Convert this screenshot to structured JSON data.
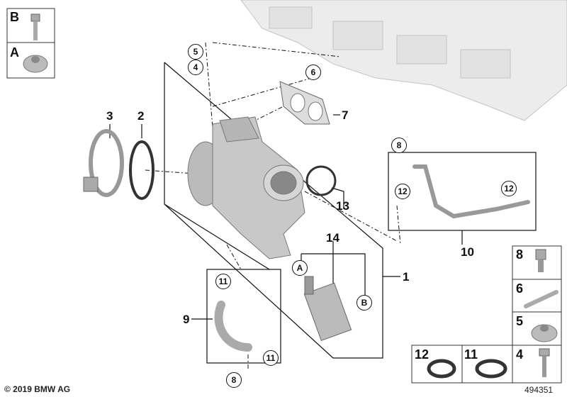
{
  "diagram": {
    "callouts": {
      "p3": "3",
      "p2": "2",
      "p7": "7",
      "p13": "13",
      "p14": "14",
      "p10": "10",
      "p1": "1",
      "p9": "9"
    },
    "circled": {
      "c5": "5",
      "c4": "4",
      "c6": "6",
      "c8a": "8",
      "c12a": "12",
      "c12b": "12",
      "cA": "A",
      "cB": "B",
      "c11a": "11",
      "c11b": "11",
      "c8b": "8"
    },
    "legend_left": [
      {
        "label": "B",
        "part": "bolt"
      },
      {
        "label": "A",
        "part": "flange-nut"
      }
    ],
    "legend_right": [
      {
        "label": "8",
        "part": "screw"
      },
      {
        "label": "6",
        "part": "dowel-pin"
      },
      {
        "label": "5",
        "part": "flange-nut"
      },
      {
        "label": "4",
        "part": "bolt"
      }
    ],
    "legend_bottom": [
      {
        "label": "12",
        "part": "o-ring"
      },
      {
        "label": "11",
        "part": "o-ring"
      }
    ]
  },
  "footer": {
    "copyright": "© 2019 BMW AG",
    "diagram_number": "494351"
  }
}
